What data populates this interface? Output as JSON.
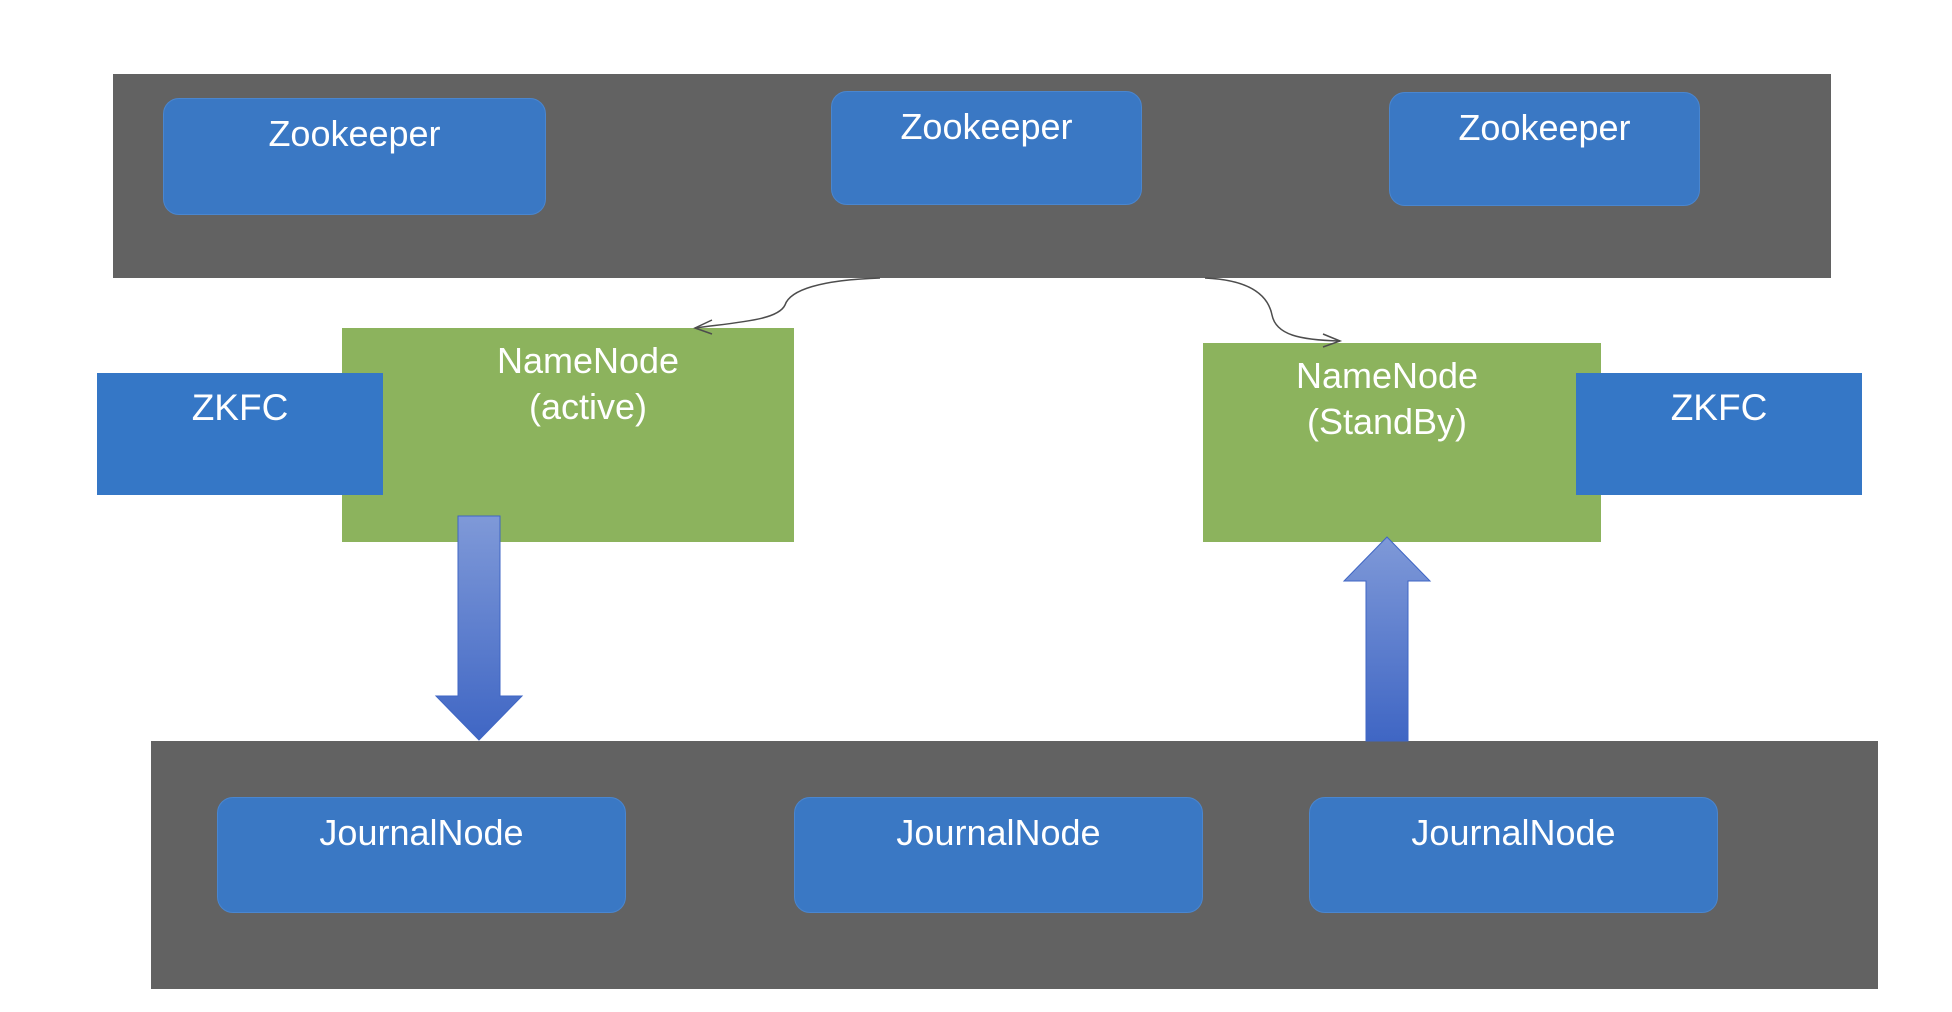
{
  "zookeeper_layer": {
    "nodes": [
      {
        "label": "Zookeeper"
      },
      {
        "label": "Zookeeper"
      },
      {
        "label": "Zookeeper"
      }
    ]
  },
  "namenodes": {
    "active": {
      "line1": "NameNode",
      "line2": "(active)",
      "zkfc_label": "ZKFC"
    },
    "standby": {
      "line1": "NameNode",
      "line2": "(StandBy)",
      "zkfc_label": "ZKFC"
    }
  },
  "journal_layer": {
    "nodes": [
      {
        "label": "JournalNode"
      },
      {
        "label": "JournalNode"
      },
      {
        "label": "JournalNode"
      }
    ]
  },
  "colors": {
    "band": "#626262",
    "blue_node": "#3a78c4",
    "green_node": "#8cb35d",
    "arrow": "#4a72c8"
  }
}
